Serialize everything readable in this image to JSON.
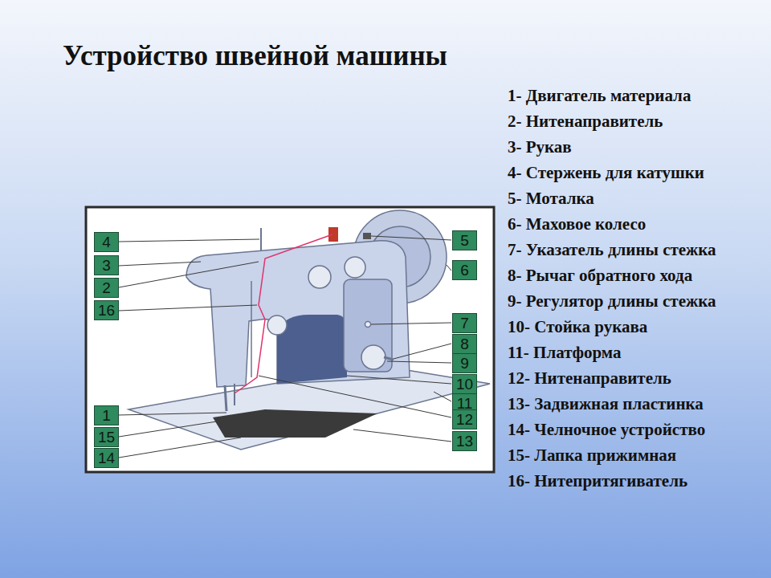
{
  "diagram": {
    "title": "Устройство швейной машины",
    "nodes": [
      {
        "text": [
          "4"
        ]
      },
      {
        "text": [
          "3"
        ]
      },
      {
        "text": [
          "2"
        ]
      },
      {
        "text": [
          "16"
        ]
      },
      {
        "text": [
          "1"
        ]
      },
      {
        "text": [
          "15"
        ]
      },
      {
        "text": [
          "14"
        ]
      },
      {
        "text": [
          "5"
        ]
      },
      {
        "text": [
          "6"
        ]
      },
      {
        "text": [
          "7"
        ]
      },
      {
        "text": [
          "8"
        ]
      },
      {
        "text": [
          "9"
        ]
      },
      {
        "text": [
          "10"
        ]
      },
      {
        "text": [
          "11"
        ]
      },
      {
        "text": [
          "12"
        ]
      },
      {
        "text": [
          "13"
        ]
      }
    ],
    "labels": [
      "1- Двигатель материала",
      "2- Нитенаправитель",
      "3- Рукав",
      "4- Стержень для катушки",
      "5- Моталка",
      "6- Маховое колесо",
      "7- Указатель длины стежка",
      "8- Рычаг обратного хода",
      "9- Регулятор длины стежка",
      "10- Стойка рукава",
      "11- Платформа",
      "12- Нитенаправитель",
      "13- Задвижная пластинка",
      "14- Челночное устройство",
      "15- Лапка прижимная",
      "16- Нитепритягиватель"
    ]
  }
}
